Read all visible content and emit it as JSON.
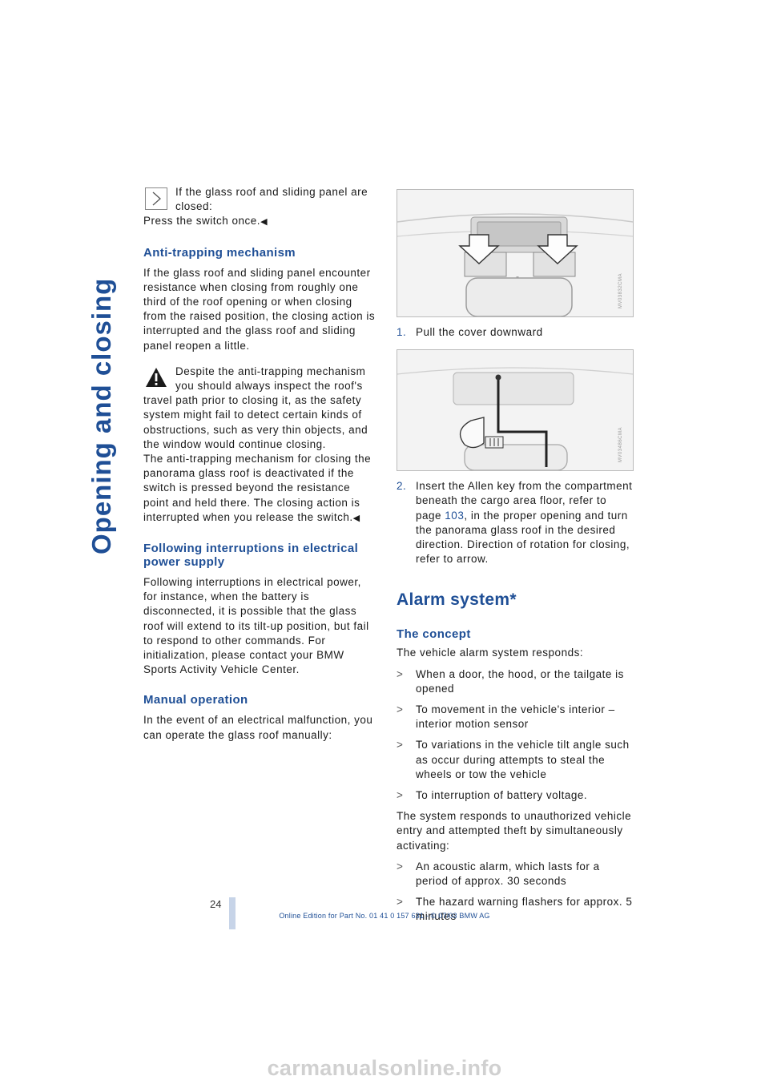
{
  "chapter_title": "Opening and closing",
  "left": {
    "note_text": "If the glass roof and sliding panel are closed:",
    "note_action": "Press the switch once.",
    "end_mark": "◀",
    "anti_trap_heading": "Anti-trapping mechanism",
    "anti_trap_body": "If the glass roof and sliding panel encounter resistance when closing from roughly one third of the roof opening or when closing from the raised position, the closing action is interrupted and the glass roof and sliding panel reopen a little.",
    "warning_text_1": "Despite the anti-trapping mechanism you should always inspect the roof's travel path prior to closing it, as the safety system might fail to detect certain kinds of obstructions, such as very thin objects, and the window would continue closing.",
    "warning_text_2": "The anti-trapping mechanism for closing the panorama glass roof is deactivated if the switch is pressed beyond the resistance point and held there. The closing action is interrupted when you release the switch.",
    "power_heading": "Following interruptions in electrical power supply",
    "power_body": "Following interruptions in electrical power, for instance, when the battery is disconnected, it is possible that the glass roof will extend to its tilt-up position, but fail to respond to other commands. For initialization, please contact your BMW Sports Activity Vehicle Center.",
    "manual_heading": "Manual operation",
    "manual_body": "In the event of an electrical malfunction, you can operate the glass roof manually:"
  },
  "right": {
    "figure1_code": "MV03832CMA",
    "step1_num": "1.",
    "step1_text": "Pull the cover downward",
    "figure2_code": "MV03486CMA",
    "step2_num": "2.",
    "step2_text_a": "Insert the Allen key from the compartment beneath the cargo area floor, refer to page ",
    "step2_page": "103",
    "step2_text_b": ", in the proper opening and turn the panorama glass roof in the desired direction. Direction of rotation for closing, refer to arrow.",
    "alarm_heading": "Alarm system*",
    "concept_heading": "The concept",
    "concept_intro": "The vehicle alarm system responds:",
    "bullet_mark": ">",
    "responds": [
      "When a door, the hood, or the tailgate is opened",
      "To movement in the vehicle's interior – interior motion sensor",
      "To variations in the vehicle tilt angle such as occur during attempts to steal the wheels or tow the vehicle",
      "To interruption of battery voltage."
    ],
    "unauthorized_intro": "The system responds to unauthorized vehicle entry and attempted theft by simultaneously activating:",
    "activates": [
      "An acoustic alarm, which lasts for a period of approx. 30 seconds",
      "The hazard warning flashers for approx. 5 minutes"
    ]
  },
  "page_number": "24",
  "footer": "Online Edition for Part No. 01 41 0 157 631 - © 07/03 BMW AG",
  "watermark": "carmanualsonline.info"
}
